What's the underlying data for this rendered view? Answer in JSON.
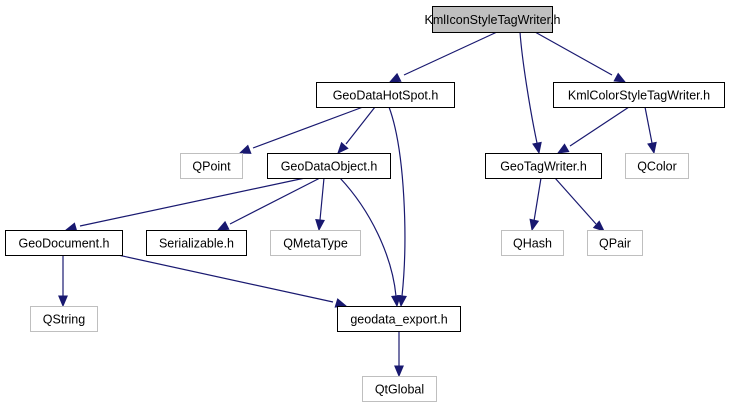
{
  "diagram": {
    "type": "include-dependency-graph",
    "colors": {
      "edge": "#191970",
      "root_fill": "#bfbfbf",
      "root_border": "#000000",
      "project_border": "#000000",
      "external_border": "#bfbfbf",
      "node_fill": "#ffffff"
    },
    "nodes": [
      {
        "id": "KmlIconStyleTagWriter",
        "label": "KmlIconStyleTagWriter.h",
        "kind": "root"
      },
      {
        "id": "GeoDataHotSpot",
        "label": "GeoDataHotSpot.h",
        "kind": "project"
      },
      {
        "id": "KmlColorStyleTagWriter",
        "label": "KmlColorStyleTagWriter.h",
        "kind": "project"
      },
      {
        "id": "QPoint",
        "label": "QPoint",
        "kind": "external"
      },
      {
        "id": "GeoDataObject",
        "label": "GeoDataObject.h",
        "kind": "project"
      },
      {
        "id": "GeoTagWriter",
        "label": "GeoTagWriter.h",
        "kind": "project"
      },
      {
        "id": "QColor",
        "label": "QColor",
        "kind": "external"
      },
      {
        "id": "GeoDocument",
        "label": "GeoDocument.h",
        "kind": "project"
      },
      {
        "id": "Serializable",
        "label": "Serializable.h",
        "kind": "project"
      },
      {
        "id": "QMetaType",
        "label": "QMetaType",
        "kind": "external"
      },
      {
        "id": "QHash",
        "label": "QHash",
        "kind": "external"
      },
      {
        "id": "QPair",
        "label": "QPair",
        "kind": "external"
      },
      {
        "id": "QString",
        "label": "QString",
        "kind": "external"
      },
      {
        "id": "geodata_export",
        "label": "geodata_export.h",
        "kind": "project"
      },
      {
        "id": "QtGlobal",
        "label": "QtGlobal",
        "kind": "external"
      }
    ],
    "edges": [
      {
        "from": "KmlIconStyleTagWriter",
        "to": "GeoDataHotSpot"
      },
      {
        "from": "KmlIconStyleTagWriter",
        "to": "GeoTagWriter"
      },
      {
        "from": "KmlIconStyleTagWriter",
        "to": "KmlColorStyleTagWriter"
      },
      {
        "from": "GeoDataHotSpot",
        "to": "QPoint"
      },
      {
        "from": "GeoDataHotSpot",
        "to": "GeoDataObject"
      },
      {
        "from": "GeoDataHotSpot",
        "to": "geodata_export"
      },
      {
        "from": "KmlColorStyleTagWriter",
        "to": "GeoTagWriter"
      },
      {
        "from": "KmlColorStyleTagWriter",
        "to": "QColor"
      },
      {
        "from": "GeoDataObject",
        "to": "GeoDocument"
      },
      {
        "from": "GeoDataObject",
        "to": "Serializable"
      },
      {
        "from": "GeoDataObject",
        "to": "QMetaType"
      },
      {
        "from": "GeoDataObject",
        "to": "geodata_export"
      },
      {
        "from": "GeoTagWriter",
        "to": "QHash"
      },
      {
        "from": "GeoTagWriter",
        "to": "QPair"
      },
      {
        "from": "GeoDocument",
        "to": "QString"
      },
      {
        "from": "GeoDocument",
        "to": "geodata_export"
      },
      {
        "from": "geodata_export",
        "to": "QtGlobal"
      }
    ]
  }
}
